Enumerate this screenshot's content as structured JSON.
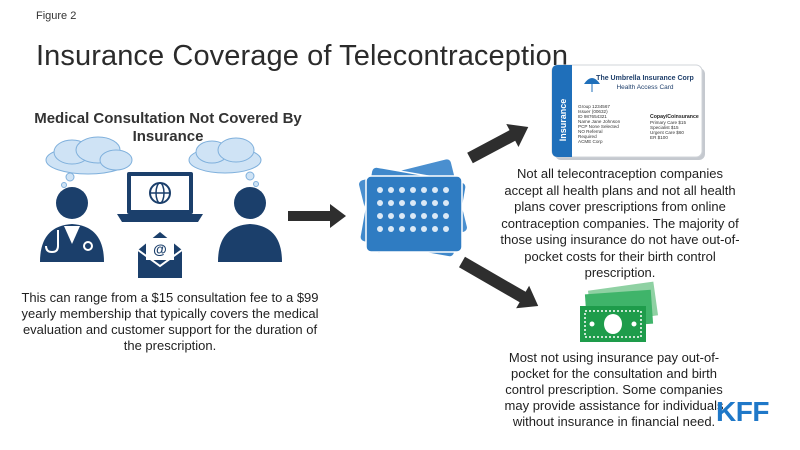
{
  "figure_label": "Figure 2",
  "title": "Insurance Coverage of Telecontraception",
  "left_panel": {
    "heading": "Medical Consultation Not Covered By Insurance",
    "description": "This can range from a $15 consultation fee to a $99 yearly membership that typically covers the medical evaluation and customer support for the duration of the prescription."
  },
  "insurance_card": {
    "company": "The Umbrella Insurance Corp",
    "card_name": "Health Access Card",
    "side_label": "Insurance",
    "member_lines": [
      "Group 1234567",
      "Issuer (00632)",
      "ID 987654321",
      "Name Jane Johnson",
      "PCP None Selected",
      "NO Referral",
      "Required",
      "ACME Corp"
    ],
    "copay_heading": "Copay/Coinsurance",
    "copay_rows": [
      "Primary Care  $15",
      "Specialist  $15",
      "Urgent Care  $60",
      "ER  $100"
    ]
  },
  "top_right_text": "Not all telecontraception companies accept all health plans and not all health plans cover prescriptions from online contraception companies. The majority of those using insurance do not have out-of-pocket costs for their birth control prescription.",
  "bottom_right_text": "Most not using insurance pay out-of-pocket for the consultation and birth control prescription. Some companies may provide assistance for individuals without insurance in financial need.",
  "logo": "KFF",
  "colors": {
    "navy": "#1b3f6b",
    "blue": "#2a6ab5",
    "pill_pack": "#3b82c4",
    "money_green": "#1e9c4b",
    "arrow": "#2e2e2e",
    "logo": "#1f78c8"
  }
}
